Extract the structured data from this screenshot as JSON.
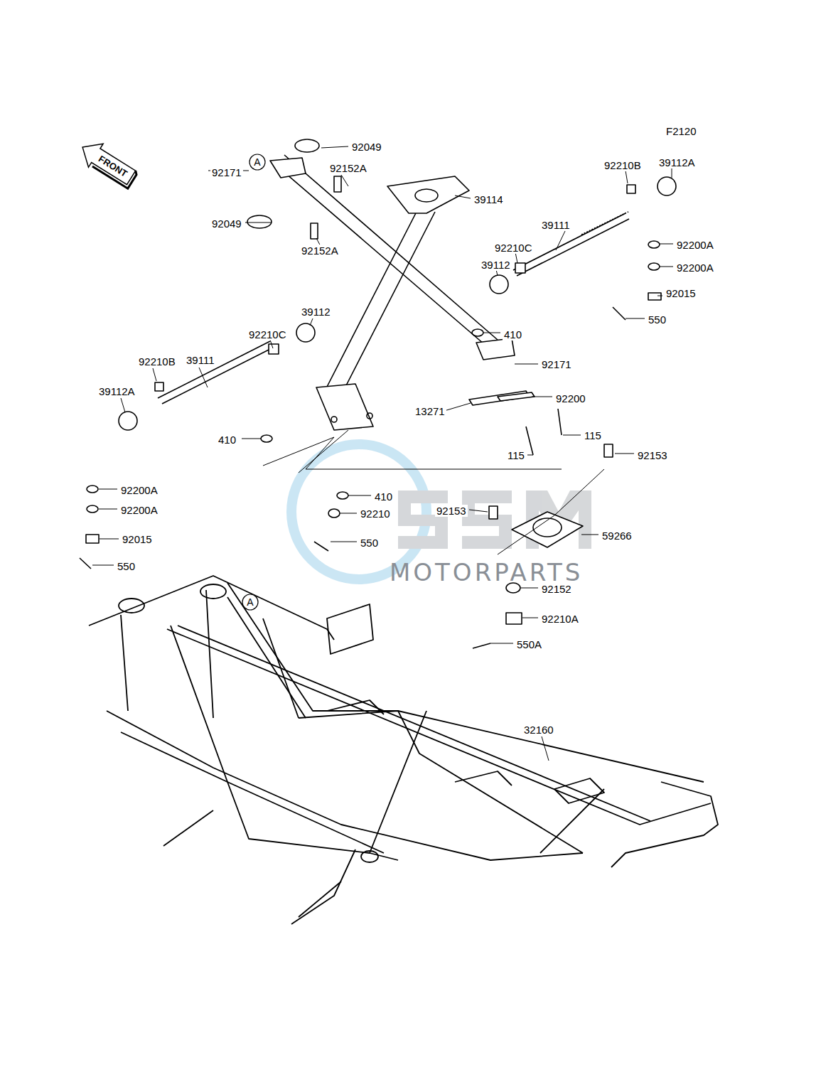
{
  "diagram": {
    "nodes": [
      {
        "text": [
          "FRONT"
        ]
      },
      {
        "text": [
          "A"
        ]
      },
      {
        "text": [
          "A"
        ]
      }
    ],
    "labels": [
      "F2120",
      "92049",
      "92171",
      "92152A",
      "39114",
      "39112A",
      "92210B",
      "39111",
      "92200A",
      "92049",
      "92152A",
      "92210C",
      "39112",
      "92200A",
      "92015",
      "39112",
      "92210C",
      "550",
      "410",
      "39111",
      "92210B",
      "92171",
      "39112A",
      "92200",
      "13271",
      "115",
      "410",
      "115",
      "92153",
      "92200A",
      "410",
      "92153",
      "92210",
      "92200A",
      "59266",
      "92015",
      "550",
      "550",
      "92152",
      "92210A",
      "550A",
      "32160",
      "MOTORPARTS"
    ]
  }
}
